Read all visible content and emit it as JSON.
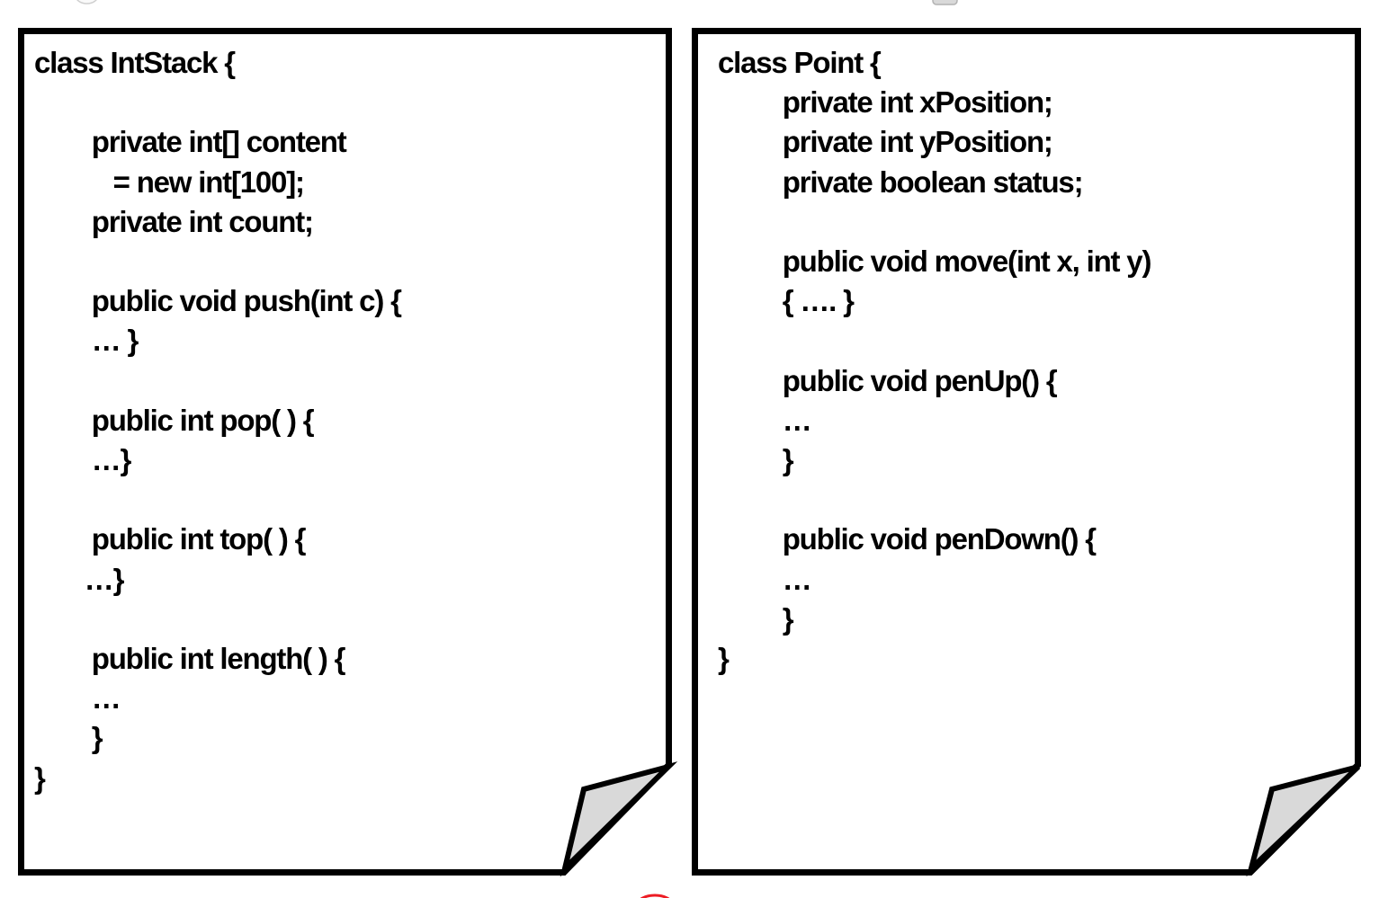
{
  "slide": {
    "colors": {
      "outline": "#000000",
      "code_text": "#000000",
      "fold_fill": "#d9d9d9",
      "red_accent": "#ed1c24",
      "artifact_gray": "#d9d9d9",
      "artifact_stroke": "#cfcfcf"
    },
    "panels": [
      {
        "name": "IntStack",
        "lines": [
          "class IntStack {",
          "",
          "        private int[] content",
          "           = new int[100];",
          "        private int count;",
          "",
          "        public void push(int c) {",
          "        … }",
          "",
          "        public int pop( ) {",
          "        …}",
          "",
          "        public int top( ) {",
          "       …}",
          "",
          "        public int length( ) {",
          "        …",
          "        }",
          "}"
        ]
      },
      {
        "name": "Point",
        "lines": [
          "class Point {",
          "         private int xPosition;",
          "         private int yPosition;",
          "         private boolean status;",
          "",
          "         public void move(int x, int y)",
          "         { …. }",
          "",
          "         public void penUp() {",
          "         …",
          "         }",
          "",
          "         public void penDown() {",
          "         …",
          "         }",
          "}"
        ]
      }
    ]
  }
}
